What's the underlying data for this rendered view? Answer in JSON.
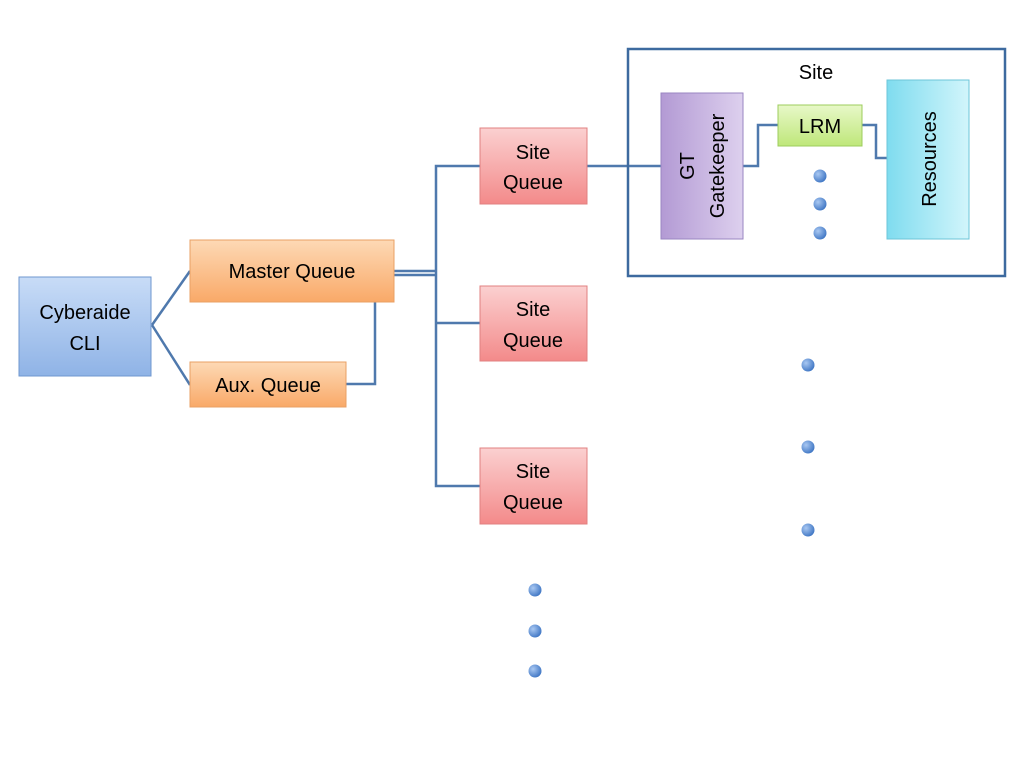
{
  "nodes": {
    "cli": {
      "line1": "Cyberaide",
      "line2": "CLI"
    },
    "master_queue": {
      "label": "Master Queue"
    },
    "aux_queue": {
      "label": "Aux. Queue"
    },
    "site_queue_1": {
      "line1": "Site",
      "line2": "Queue"
    },
    "site_queue_2": {
      "line1": "Site",
      "line2": "Queue"
    },
    "site_queue_3": {
      "line1": "Site",
      "line2": "Queue"
    },
    "site": {
      "label": "Site"
    },
    "gatekeeper": {
      "line1": "GT",
      "line2": "Gatekeeper"
    },
    "lrm": {
      "label": "LRM"
    },
    "resources": {
      "label": "Resources"
    }
  },
  "colors": {
    "connector": "#4f79ad",
    "cli_fill": "#a9c6ef",
    "queue_fill": "#fbc08c",
    "site_queue_fill": "#f7a7a7",
    "gatekeeper_fill": "#c6b3df",
    "lrm_fill": "#d4f0a0",
    "resources_fill": "#a6e9f5",
    "site_border": "#3d6a9f",
    "dot_fill": "#5b8fd6"
  }
}
